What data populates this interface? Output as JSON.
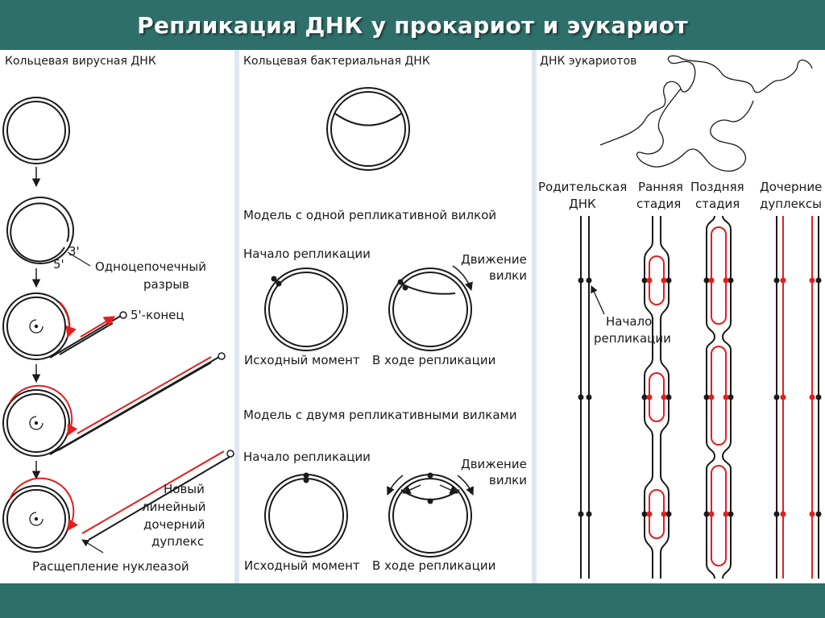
{
  "title": "Репликация ДНК у прокариот и эукариот",
  "colors": {
    "background": "#2f6f6a",
    "panel": "#ffffff",
    "divider": "#dfe6f1",
    "strand": "#1a1a1a",
    "new_strand": "#e41e1e"
  },
  "viral": {
    "header": "Кольцевая вирусная ДНК",
    "label_3prime": "3'",
    "label_5prime": "5'",
    "nick_line1": "Одноцепочечный",
    "nick_line2": "разрыв",
    "five_end": "5'-конец",
    "new_line1": "Новый",
    "new_line2": "линейный",
    "new_line3": "дочерний",
    "new_line4": "дуплекс",
    "cleavage": "Расщепление нуклеазой"
  },
  "bacterial": {
    "header": "Кольцевая бактериальная ДНК",
    "one_fork_model": "Модель с одной репликативной вилкой",
    "start_1": "Начало репликации",
    "movement_1a": "Движение",
    "movement_1b": "вилки",
    "initial_1": "Исходный момент",
    "during_1": "В ходе репликации",
    "two_fork_model": "Модель с двумя репликативными вилками",
    "start_2": "Начало репликации",
    "movement_2a": "Движение",
    "movement_2b": "вилки",
    "initial_2": "Исходный момент",
    "during_2": "В ходе репликации"
  },
  "eukaryotic": {
    "header": "ДНК эукариотов",
    "parent_a": "Родительская",
    "parent_b": "ДНК",
    "early_a": "Ранняя",
    "early_b": "стадия",
    "late_a": "Поздняя",
    "late_b": "стадия",
    "daughter_a": "Дочерние",
    "daughter_b": "дуплексы",
    "origin_a": "Начало",
    "origin_b": "репликации"
  }
}
